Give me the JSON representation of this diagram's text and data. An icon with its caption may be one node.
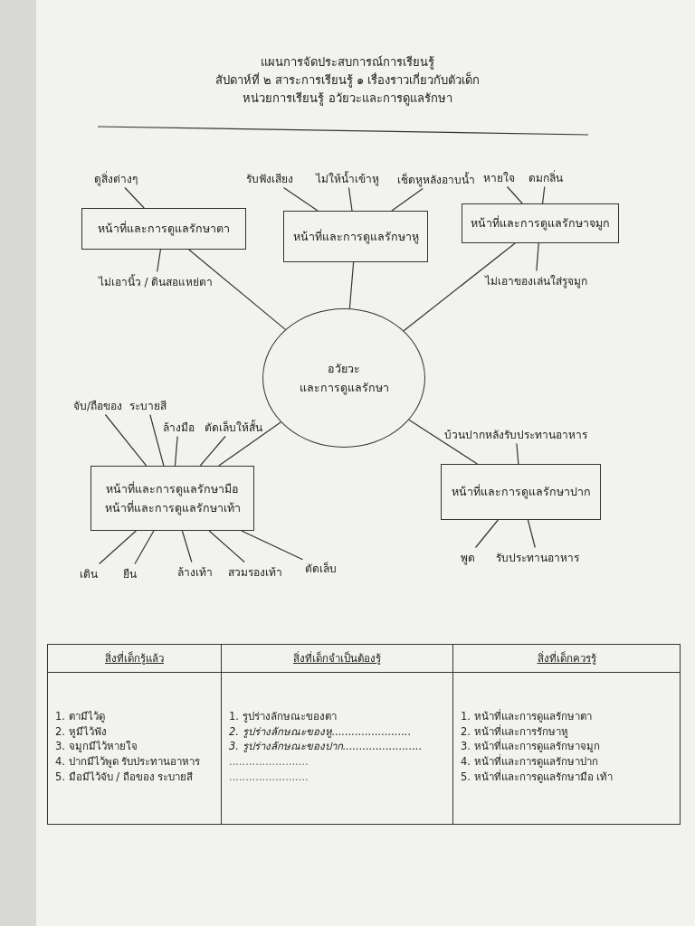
{
  "diagram": {
    "title": "แผนการจัดประสบการณ์การเรียนรู้",
    "nodes": [
      {
        "text": [
          "หน้าที่และการดูแลรักษาตา"
        ]
      },
      {
        "text": [
          "หน้าที่และการดูแลรักษาหู"
        ]
      },
      {
        "text": [
          "หน้าที่และการดูแลรักษาจมูก"
        ]
      },
      {
        "text": [
          "อวัยวะ",
          "และการดูแลรักษา"
        ]
      },
      {
        "text": [
          "หน้าที่และการดูแลรักษามือ",
          "หน้าที่และการดูแลรักษาเท้า"
        ]
      },
      {
        "text": [
          "หน้าที่และการดูแลรักษาปาก"
        ]
      },
      {
        "text": [
          "ดูสิ่งต่างๆ"
        ]
      },
      {
        "text": [
          "ไม่เอานิ้ว / ดินสอแหย่ตา"
        ]
      },
      {
        "text": [
          "รับฟังเสียง"
        ]
      },
      {
        "text": [
          "ไม่ให้น้ำเข้าหู"
        ]
      },
      {
        "text": [
          "เช็ดหูหลังอาบน้ำ"
        ]
      },
      {
        "text": [
          "หายใจ"
        ]
      },
      {
        "text": [
          "ดมกลิ่น"
        ]
      },
      {
        "text": [
          "ไม่เอาของเล่นใส่รูจมูก"
        ]
      },
      {
        "text": [
          "จับ/ถือของ"
        ]
      },
      {
        "text": [
          "ระบายสี"
        ]
      },
      {
        "text": [
          "ล้างมือ"
        ]
      },
      {
        "text": [
          "ตัดเล็บให้สั้น"
        ]
      },
      {
        "text": [
          "เดิน"
        ]
      },
      {
        "text": [
          "ยืน"
        ]
      },
      {
        "text": [
          "ล้างเท้า"
        ]
      },
      {
        "text": [
          "สวมรองเท้า"
        ]
      },
      {
        "text": [
          "ตัดเล็บ"
        ]
      },
      {
        "text": [
          "บ้วนปากหลังรับประทานอาหาร"
        ]
      },
      {
        "text": [
          "พูด"
        ]
      },
      {
        "text": [
          "รับประทานอาหาร"
        ]
      }
    ],
    "edges": [
      {
        "from": 3,
        "to": 0,
        "arrow": "none"
      },
      {
        "from": 3,
        "to": 1,
        "arrow": "none"
      },
      {
        "from": 3,
        "to": 2,
        "arrow": "none"
      },
      {
        "from": 3,
        "to": 4,
        "arrow": "none"
      },
      {
        "from": 3,
        "to": 5,
        "arrow": "none"
      },
      {
        "from": 6,
        "to": 0,
        "arrow": "none"
      },
      {
        "from": 7,
        "to": 0,
        "arrow": "none"
      },
      {
        "from": 8,
        "to": 1,
        "arrow": "none"
      },
      {
        "from": 9,
        "to": 1,
        "arrow": "none"
      },
      {
        "from": 10,
        "to": 1,
        "arrow": "none"
      },
      {
        "from": 11,
        "to": 2,
        "arrow": "none"
      },
      {
        "from": 12,
        "to": 2,
        "arrow": "none"
      },
      {
        "from": 13,
        "to": 2,
        "arrow": "none"
      },
      {
        "from": 14,
        "to": 4,
        "arrow": "none"
      },
      {
        "from": 15,
        "to": 4,
        "arrow": "none"
      },
      {
        "from": 16,
        "to": 4,
        "arrow": "none"
      },
      {
        "from": 17,
        "to": 4,
        "arrow": "none"
      },
      {
        "from": 18,
        "to": 4,
        "arrow": "none"
      },
      {
        "from": 19,
        "to": 4,
        "arrow": "none"
      },
      {
        "from": 20,
        "to": 4,
        "arrow": "none"
      },
      {
        "from": 21,
        "to": 4,
        "arrow": "none"
      },
      {
        "from": 22,
        "to": 4,
        "arrow": "none"
      },
      {
        "from": 23,
        "to": 5,
        "arrow": "none"
      },
      {
        "from": 24,
        "to": 5,
        "arrow": "none"
      },
      {
        "from": 25,
        "to": 5,
        "arrow": "none"
      }
    ],
    "labels": [
      "สัปดาห์ที่ ๒ สาระการเรียนรู้ ๑ เรื่องราวเกี่ยวกับตัวเด็ก",
      "หน่วยการเรียนรู้ อวัยวะและการดูแลรักษา",
      "สิ่งที่เด็กรู้แล้ว",
      "สิ่งที่เด็กจำเป็นต้องรู้",
      "สิ่งที่เด็กควรรู้",
      "1. ตามีไว้ดู",
      "1. รูปร่างลักษณะของตา",
      "1. หน้าที่และการดูแลรักษาตา",
      "2. หูมีไว้ฟัง",
      "2. รูปร่างลักษณะของหู........................",
      "2. หน้าที่และการรักษาหู",
      "3. จมูกมีไว้หายใจ",
      "3. รูปร่างลักษณะของปาก........................",
      "3. หน้าที่และการดูแลรักษาจมูก",
      "4. ปากมีไว้พูด รับประทานอาหาร",
      "........................",
      "4. หน้าที่และการดูแลรักษาปาก",
      "5. มือมีไว้จับ / ถือของ ระบายสี",
      "........................",
      "5. หน้าที่และการดูแลรักษามือ เท้า"
    ]
  }
}
